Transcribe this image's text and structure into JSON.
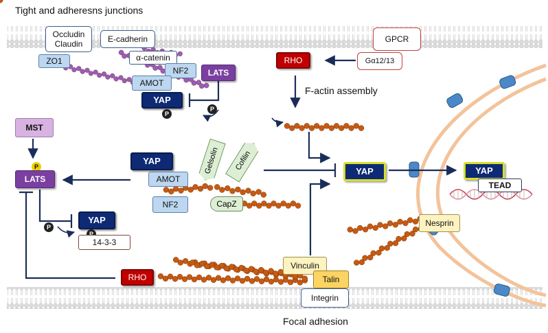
{
  "labels": {
    "tight_junction_title": "Tight and adheresns junctions",
    "focal_adhesion": "Focal adhesion",
    "f_actin_assembly": "F-actin assembly"
  },
  "boxes": {
    "occludin_claudin": "Occludin\nClaudin",
    "e_cadherin": "E-cadherin",
    "zo1": "ZO1",
    "alpha_catenin": "α-catenin",
    "nf2_top": "NF2",
    "amot_top": "AMOT",
    "lats_top": "LATS",
    "yap_top": "YAP",
    "gpcr": "GPCR",
    "galpha": "Gα12/13",
    "rho_top": "RHO",
    "mst": "MST",
    "lats_left": "LATS",
    "yap_mid": "YAP",
    "amot_mid": "AMOT",
    "nf2_mid": "NF2",
    "gelsolin": "Gelsolin",
    "cofilin": "Cofilin",
    "capz": "CapZ",
    "yap_left": "YAP",
    "protein_1433": "14-3-3",
    "yap_center": "YAP",
    "yap_nucleus": "YAP",
    "tead": "TEAD",
    "nesprin": "Nesprin",
    "rho_bottom": "RHO",
    "vinculin": "Vinculin",
    "talin": "Talin",
    "integrin": "Integrin"
  },
  "phospho_marks": [
    "P",
    "P",
    "P",
    "P",
    "P"
  ],
  "colors": {
    "yap": "#0e2a74",
    "lats": "#7a3fa0",
    "rho": "#c00000",
    "actin": "#c65a12",
    "membrane": "#e8b889",
    "arrow": "#1a2d5a"
  }
}
